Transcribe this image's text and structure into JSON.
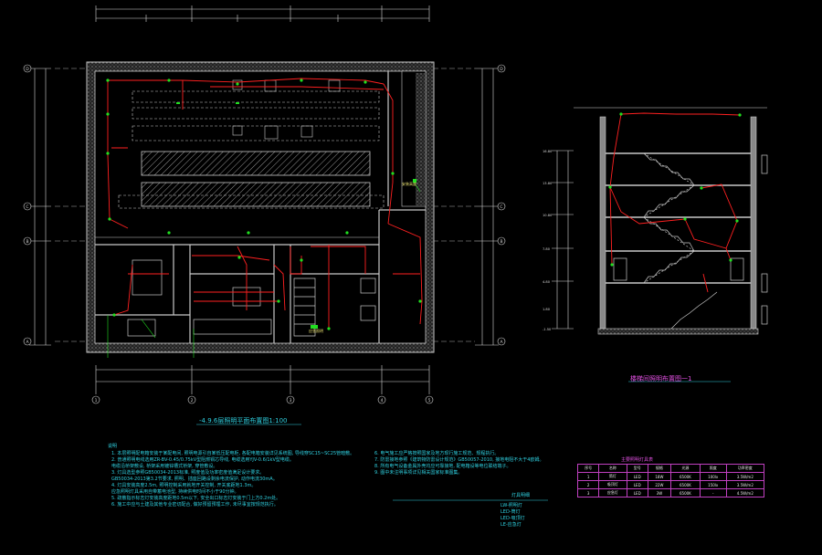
{
  "plan_title": "-4.9.6层照明平面布置图1:100",
  "section_title": "楼梯间照明布置图一1",
  "notes_header": "说明",
  "notes_left": [
    "1. 本层照明配电箱安装于某配电间, 照明电源引自某低压配电柜, 各配电箱安装详见系统图, 导线穿SC15~SC25管暗敷。",
    "2. 普通照明电线选用ZR-BV-0.45/0.75kV型阻燃铜芯导线, 电缆选用YJV-0.6/1kV型电缆。",
    "   电缆沿桥架敷设, 桥架采用镀锌槽式桥架, 穿管敷设。",
    "3. 灯具选型参照GB50034-2013标准, 照度值及功率密度值满足设计要求。",
    "   GB50034-2013第3.2节要求, 照明、插座回路设剩余电流保护, 动作电流30mA。",
    "4. 灯具安装高度2.5m, 照明控制采用就地开关控制, 开关底距地1.3m。",
    "   应急照明灯具采用自带蓄电池型, 持续供电时间不小于90分钟。",
    "5. 疏散指示标志灯安装高度距地0.5m以下, 安全出口标志灯安装于门上方0.2m处。",
    "6. 施工中应与土建及其他专业密切配合, 做好预留预埋工作, 未尽事宜按规范执行。"
  ],
  "notes_right": [
    "6. 电气施工应严格按照国家及地方现行施工规范、规程执行。",
    "7. 防雷接地参照《建筑物防雷设计规范》GB50057-2010, 接地电阻不大于4欧姆。",
    "8. 所有电气设备金属外壳均应可靠接地, 配电箱设等电位联结端子。",
    "9. 图中未注明事项详见相关国家标准图集。"
  ],
  "legend_header": "灯具明细",
  "legend_lines": [
    "LW-照明灯",
    "LED-筒灯",
    "LED-吸顶灯",
    "LE-应急灯"
  ],
  "sign_labels": [
    "应急照明",
    "安装高度"
  ],
  "table": {
    "title": "主要照明灯具表",
    "headers": [
      "序号",
      "名称",
      "型号",
      "规格",
      "光源",
      "照度",
      "功率密度"
    ],
    "rows": [
      [
        "1",
        "筒灯",
        "LED",
        "18W",
        "6500K",
        "100lx",
        "3.5W/m2"
      ],
      [
        "2",
        "吸顶灯",
        "LED",
        "22W",
        "6500K",
        "150lx",
        "3.5W/m2"
      ],
      [
        "3",
        "应急灯",
        "LED",
        "3W",
        "6500K",
        "-",
        "4.5W/m2"
      ]
    ]
  },
  "axis_labels": {
    "bottom": [
      "1",
      "2",
      "3",
      "4",
      "5"
    ],
    "left": [
      "D",
      "C",
      "B",
      "A"
    ],
    "section_levels": [
      "16.80",
      "13.80",
      "10.80",
      "7.80",
      "4.80",
      "1.80",
      "-1.50"
    ]
  },
  "colors": {
    "background": "#000000",
    "wall": "#c8c8c8",
    "wiring": "#ff2020",
    "fixture": "#20e020",
    "annotation": "#2fd0e0",
    "dim": "#d8d8d8",
    "table_border": "#c040c0"
  }
}
